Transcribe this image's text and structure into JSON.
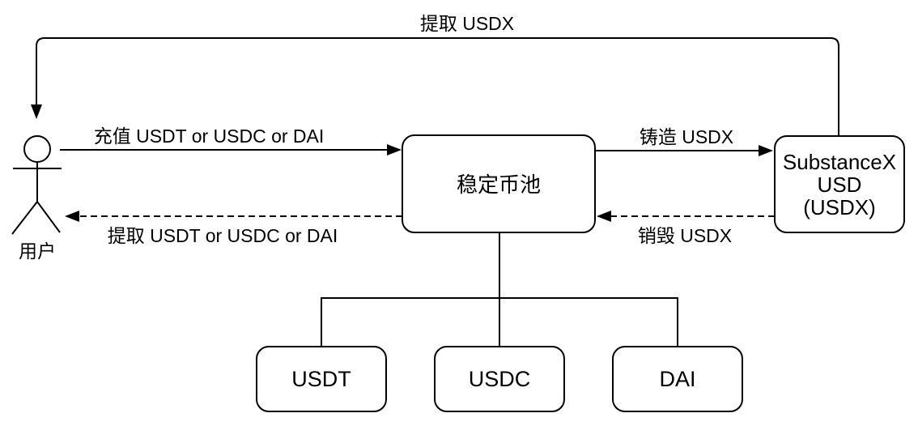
{
  "colors": {
    "stroke": "#000000",
    "background": "#ffffff"
  },
  "actor": {
    "label": "用户"
  },
  "nodes": {
    "pool": {
      "label": "稳定币池"
    },
    "usdx": {
      "lines": [
        "SubstanceX",
        "USD",
        "(USDX)"
      ]
    },
    "usdt": {
      "label": "USDT"
    },
    "usdc": {
      "label": "USDC"
    },
    "dai": {
      "label": "DAI"
    }
  },
  "edges": {
    "withdraw_usdx": {
      "label": "提取 USDX",
      "style": "solid",
      "from": "SubstanceX USD (USDX)",
      "to": "用户"
    },
    "deposit": {
      "label": "充值 USDT or USDC or DAI",
      "style": "solid",
      "from": "用户",
      "to": "稳定币池"
    },
    "mint": {
      "label": "铸造 USDX",
      "style": "solid",
      "from": "稳定币池",
      "to": "SubstanceX USD (USDX)"
    },
    "withdraw_stable": {
      "label": "提取 USDT or USDC or DAI",
      "style": "dashed",
      "from": "稳定币池",
      "to": "用户"
    },
    "burn": {
      "label": "销毁 USDX",
      "style": "dashed",
      "from": "SubstanceX USD (USDX)",
      "to": "稳定币池"
    }
  }
}
